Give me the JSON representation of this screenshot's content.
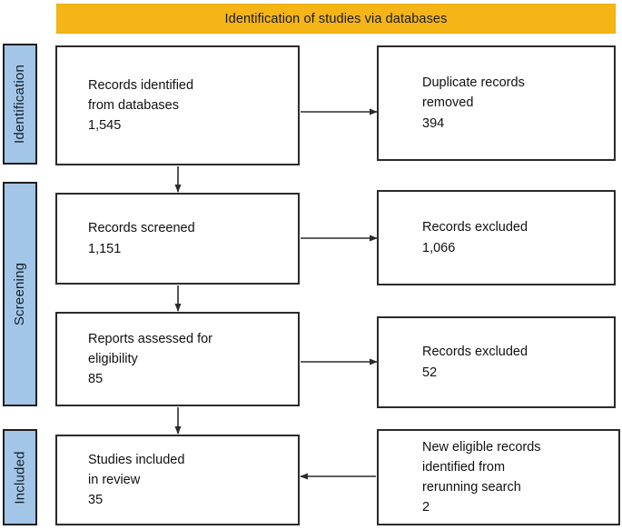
{
  "banner": {
    "title": "Identification of studies via databases"
  },
  "stages": [
    {
      "id": "identification",
      "label": "Identification"
    },
    {
      "id": "screening",
      "label": "Screening"
    },
    {
      "id": "included",
      "label": "Included"
    }
  ],
  "boxes": {
    "identified": {
      "text": "Records identified\nfrom databases\n1,545"
    },
    "duplicates": {
      "text": "Duplicate records\nremoved\n394"
    },
    "screened": {
      "text": "Records screened\n1,151"
    },
    "excluded_1": {
      "text": "Records excluded\n1,066"
    },
    "eligibility": {
      "text": "Reports assessed for\neligibility\n85"
    },
    "excluded_2": {
      "text": "Records excluded\n52"
    },
    "included": {
      "text": "Studies included\nin review\n35"
    },
    "new_records": {
      "text": "New eligible records\nidentified from\nrerunning search\n2"
    }
  },
  "counts": {
    "records_identified_from_databases": 1545,
    "duplicate_records_removed": 394,
    "records_screened": 1151,
    "records_excluded_screening": 1066,
    "reports_assessed_for_eligibility": 85,
    "records_excluded_eligibility": 52,
    "studies_included_in_review": 35,
    "new_eligible_records_from_rerunning_search": 2
  },
  "colors": {
    "banner_fill": "#F5B517",
    "stage_fill": "#A3C6E8",
    "box_border": "#2b2b2b",
    "stage_border": "#1f1f1f",
    "text": "#111111",
    "arrow": "#2b2b2b"
  },
  "arrows": [
    {
      "name": "identified-to-duplicates",
      "direction": "right"
    },
    {
      "name": "identified-to-screened",
      "direction": "down"
    },
    {
      "name": "screened-to-excluded-1",
      "direction": "right"
    },
    {
      "name": "screened-to-eligibility",
      "direction": "down"
    },
    {
      "name": "eligibility-to-excluded-2",
      "direction": "right"
    },
    {
      "name": "eligibility-to-included",
      "direction": "down"
    },
    {
      "name": "new-records-to-included",
      "direction": "left"
    }
  ]
}
